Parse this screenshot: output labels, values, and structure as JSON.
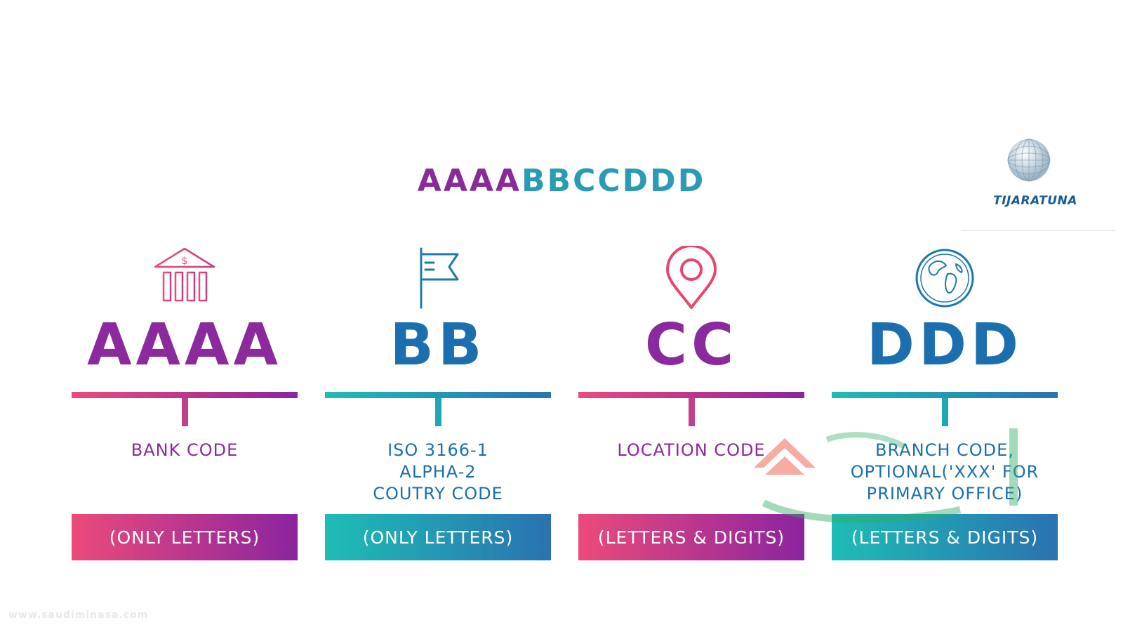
{
  "header": {
    "format_part1": "AAAA",
    "format_part2": "BB",
    "format_part3": "CC",
    "format_part4": "DDD"
  },
  "logo": {
    "text": "TIJARATUNA"
  },
  "segments": [
    {
      "icon": "bank-icon",
      "code": "AAAA",
      "description": [
        "BANK CODE"
      ],
      "rule": "(ONLY LETTERS)",
      "code_color": "#8b2a9c"
    },
    {
      "icon": "flag-icon",
      "code": "BB",
      "description": [
        "ISO 3166-1",
        "ALPHA-2",
        "COUTRY CODE"
      ],
      "rule": "(ONLY LETTERS)",
      "code_color": "#1b6fae"
    },
    {
      "icon": "location-pin-icon",
      "code": "CC",
      "description": [
        "LOCATION CODE"
      ],
      "rule": "(LETTERS & DIGITS)",
      "code_color": "#8b2a9c"
    },
    {
      "icon": "globe-icon",
      "code": "DDD",
      "description": [
        "BRANCH CODE,",
        "OPTIONAL('XXX' FOR",
        "PRIMARY OFFICE)"
      ],
      "rule": "(LETTERS & DIGITS)",
      "code_color": "#1b6fae"
    }
  ],
  "colors": {
    "pink": "#ec4a7b",
    "purple": "#8b24a0",
    "teal": "#1ebdb6",
    "blue": "#2a72b0"
  },
  "footer": {
    "url": "www.saudiminasa.com"
  }
}
